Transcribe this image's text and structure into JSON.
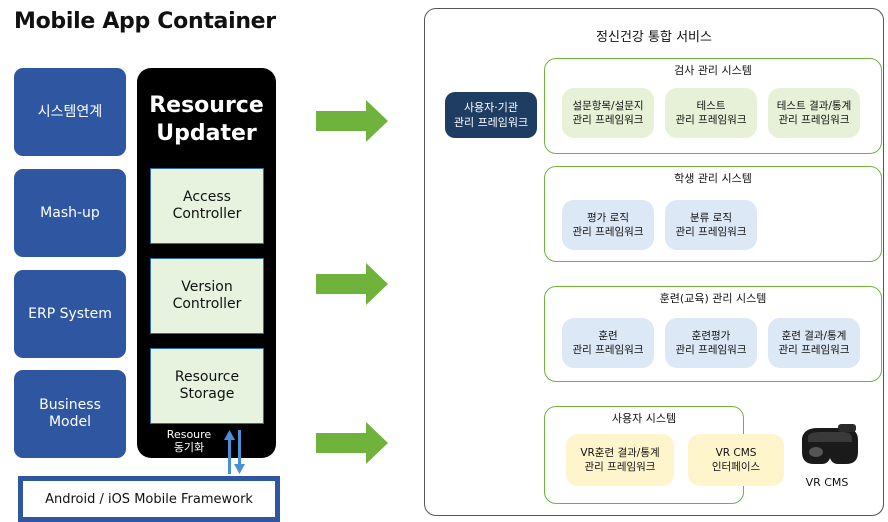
{
  "title": "Mobile App Container",
  "left_column": [
    {
      "label": "시스템연계"
    },
    {
      "label": "Mash-up"
    },
    {
      "label": "ERP System"
    },
    {
      "label": "Business\nModel"
    }
  ],
  "resource_updater": {
    "title": "Resource\nUpdater",
    "components": [
      {
        "label": "Access\nController"
      },
      {
        "label": "Version\nController"
      },
      {
        "label": "Resource\nStorage"
      }
    ],
    "sync_label": "Resoure\n동기화"
  },
  "framework": {
    "label": "Android / iOS Mobile Framework"
  },
  "panel": {
    "title": "정신건강 통합 서비스",
    "user_framework": "사용자·기관\n관리 프레임워크",
    "groups": [
      {
        "title": "검사 관리 시스템",
        "items": [
          "설문항목/설문지\n관리 프레임워크",
          "테스트\n관리 프레임워크",
          "테스트 결과/통계\n관리 프레임워크"
        ]
      },
      {
        "title": "학생 관리 시스템",
        "items": [
          "평가 로직\n관리 프레임워크",
          "분류 로직\n관리 프레임워크"
        ]
      },
      {
        "title": "훈련(교육) 관리 시스템",
        "items": [
          "훈련\n관리 프레임워크",
          "훈련평가\n관리 프레임워크",
          "훈련 결과/통계\n관리 프레임워크"
        ]
      },
      {
        "title": "사용자 시스템",
        "items": [
          "VR훈련 결과/통계\n관리 프레임워크",
          "VR CMS\n인터페이스"
        ]
      }
    ],
    "vr_label": "VR CMS"
  },
  "colors": {
    "accent_blue": "#2f57a1",
    "arrow_green": "#6fb33c",
    "dark_navy": "#1f3d63"
  }
}
